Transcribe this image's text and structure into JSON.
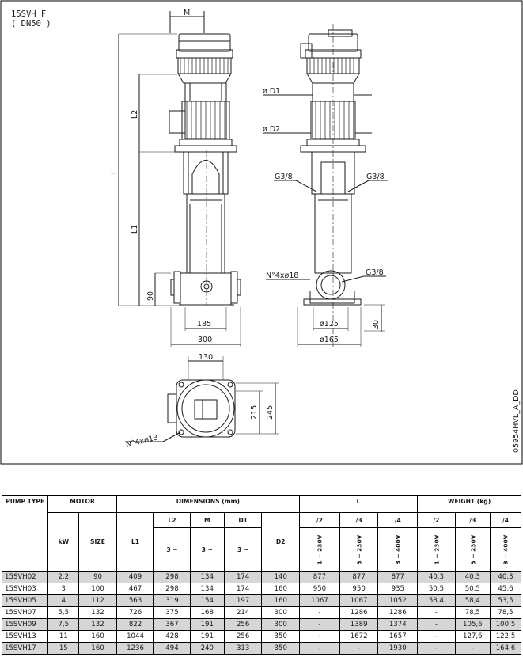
{
  "drawing": {
    "model": "15SVH F",
    "connection": "( DN50 )",
    "code": "05954HVL_A_DD",
    "dims": {
      "M": "M",
      "L2": "L2",
      "L": "L",
      "L1": "L1",
      "h90": "90",
      "w185": "185",
      "w300": "300",
      "d1": "ø D1",
      "d2": "ø D2",
      "g38_left": "G3/8",
      "g38_right": "G3/8",
      "g38_bottom": "G3/8",
      "flange_holes": "N°4xø18",
      "d125": "ø125",
      "d165": "ø165",
      "h30": "30",
      "w130": "130",
      "h215": "215",
      "h245": "245",
      "base_holes": "N°4xø13"
    }
  },
  "table": {
    "headers": {
      "pump_type": "PUMP TYPE",
      "motor": "MOTOR",
      "dimensions": "DIMENSIONS (mm)",
      "l": "L",
      "weight": "WEIGHT (kg)"
    },
    "sub": {
      "l2": "L2",
      "m": "M",
      "d1": "D1",
      "l_2": "/2",
      "l_3": "/3",
      "l_4": "/4",
      "w_2": "/2",
      "w_3": "/3",
      "w_4": "/4"
    },
    "units": {
      "kw": "kW",
      "size": "SIZE",
      "l1": "L1",
      "l2": "3 ~",
      "m": "3 ~",
      "d1": "3 ~",
      "d2": "D2",
      "l_2": "1 ~ 230V",
      "l_3": "3 ~ 230V",
      "l_4": "3 ~ 400V",
      "w_2": "1 ~ 230V",
      "w_3": "3 ~ 230V",
      "w_4": "3 ~ 400V"
    },
    "rows": [
      [
        "15SVH02",
        "2,2",
        "90",
        "409",
        "298",
        "134",
        "174",
        "140",
        "877",
        "877",
        "877",
        "40,3",
        "40,3",
        "40,3"
      ],
      [
        "15SVH03",
        "3",
        "100",
        "467",
        "298",
        "134",
        "174",
        "160",
        "950",
        "950",
        "935",
        "50,5",
        "50,5",
        "45,6"
      ],
      [
        "15SVH05",
        "4",
        "112",
        "563",
        "319",
        "154",
        "197",
        "160",
        "1067",
        "1067",
        "1052",
        "58,4",
        "58,4",
        "53,5"
      ],
      [
        "15SVH07",
        "5,5",
        "132",
        "726",
        "375",
        "168",
        "214",
        "300",
        "-",
        "1286",
        "1286",
        "-",
        "78,5",
        "78,5"
      ],
      [
        "15SVH09",
        "7,5",
        "132",
        "822",
        "367",
        "191",
        "256",
        "300",
        "-",
        "1389",
        "1374",
        "-",
        "105,6",
        "100,5"
      ],
      [
        "15SVH13",
        "11",
        "160",
        "1044",
        "428",
        "191",
        "256",
        "350",
        "-",
        "1672",
        "1657",
        "-",
        "127,6",
        "122,5"
      ],
      [
        "15SVH17",
        "15",
        "160",
        "1236",
        "494",
        "240",
        "313",
        "350",
        "-",
        "-",
        "1930",
        "-",
        "-",
        "164,6"
      ]
    ]
  }
}
